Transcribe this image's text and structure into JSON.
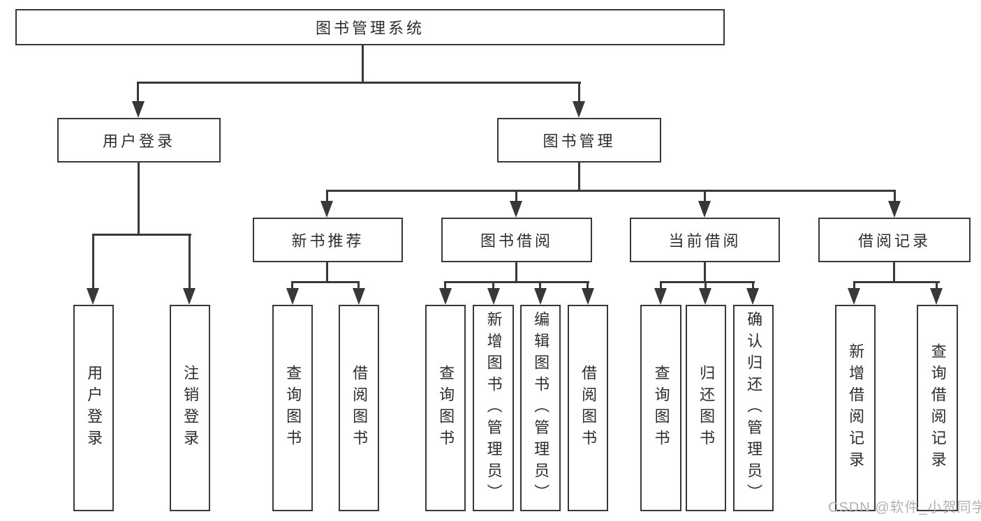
{
  "chart": {
    "root": {
      "label": "图书管理系统"
    },
    "branches": [
      {
        "label": "用户登录",
        "children": [
          {
            "label": "用户登录"
          },
          {
            "label": "注销登录"
          }
        ]
      },
      {
        "label": "图书管理",
        "children": [
          {
            "label": "新书推荐",
            "children": [
              {
                "label": "查询图书"
              },
              {
                "label": "借阅图书"
              }
            ]
          },
          {
            "label": "图书借阅",
            "children": [
              {
                "label": "查询图书"
              },
              {
                "label": "新增图书（管理员）"
              },
              {
                "label": "编辑图书（管理员）"
              },
              {
                "label": "借阅图书"
              }
            ]
          },
          {
            "label": "当前借阅",
            "children": [
              {
                "label": "查询图书"
              },
              {
                "label": "归还图书"
              },
              {
                "label": "确认归还（管理员）"
              }
            ]
          },
          {
            "label": "借阅记录",
            "children": [
              {
                "label": "新增借阅记录"
              },
              {
                "label": "查询借阅记录"
              }
            ]
          }
        ]
      }
    ]
  },
  "watermark": {
    "text": "CSDN @软件_小贺同学"
  },
  "colors": {
    "line": "#383838",
    "text": "#2d2d2d",
    "background": "#ffffff",
    "watermark": "#b2b2b2"
  }
}
